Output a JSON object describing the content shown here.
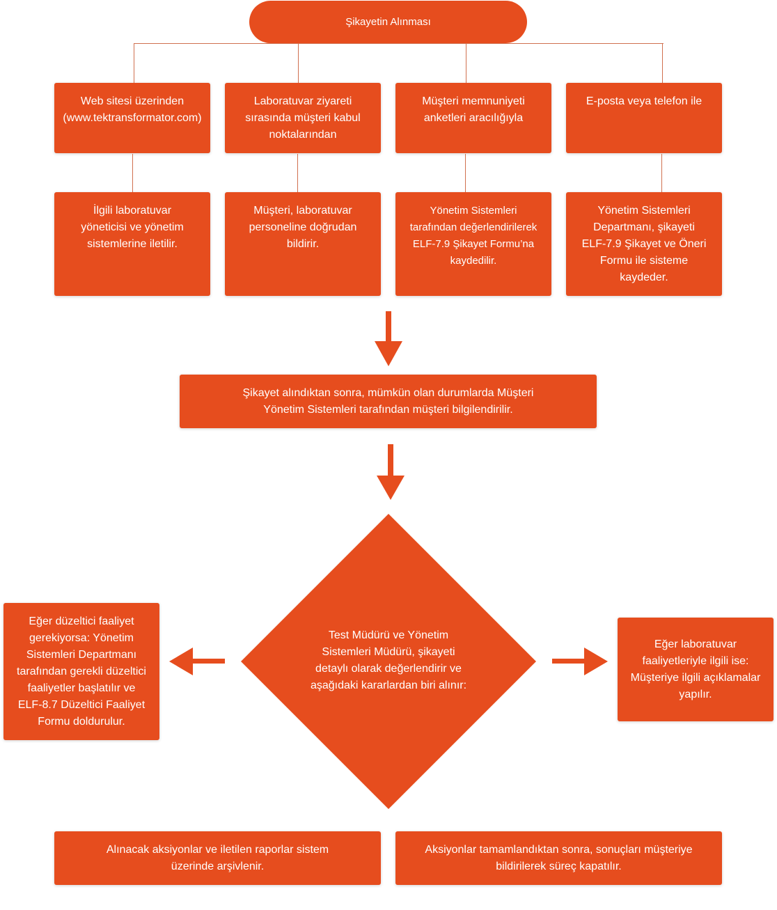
{
  "colors": {
    "accent": "#E64D1E",
    "connector": "#D0704F",
    "text": "#FFFFFF",
    "background": "#FFFFFF"
  },
  "start": {
    "label": "Şikayetin Alınması"
  },
  "channels": [
    {
      "source": "Web sitesi üzerinden\n(www.tektransformator.com)",
      "action": "İlgili laboratuvar\nyöneticisi ve yönetim\nsistemlerine iletilir."
    },
    {
      "source": "Laboratuvar ziyareti\nsırasında müşteri kabul\nnoktalarından",
      "action": "Müşteri, laboratuvar\npersoneline doğrudan\nbildirir."
    },
    {
      "source": "Müşteri memnuniyeti\nanketleri aracılığıyla",
      "action": "Yönetim Sistemleri\ntarafından değerlendirilerek\nELF-7.9 Şikayet Formu’na\nkaydedilir."
    },
    {
      "source": "E-posta veya telefon ile",
      "action": "Yönetim Sistemleri\nDepartmanı, şikayeti\nELF-7.9 Şikayet ve Öneri\nFormu ile sisteme\nkaydeder."
    }
  ],
  "notification": {
    "label": "Şikayet alındıktan sonra, mümkün olan durumlarda Müşteri\nYönetim Sistemleri tarafından müşteri bilgilendirilir."
  },
  "decision": {
    "label": "Test Müdürü ve Yönetim\nSistemleri Müdürü, şikayeti\ndetaylı olarak değerlendirir ve\naşağıdaki kararlardan biri alınır:"
  },
  "branches": {
    "corrective_action": "Eğer düzeltici faaliyet\ngerekiyorsa: Yönetim\nSistemleri Departmanı\ntarafından gerekli düzeltici\nfaaliyetler başlatılır ve\nELF-8.7 Düzeltici Faaliyet\nFormu doldurulur.",
    "laboratory_related": "Eğer laboratuvar\nfaaliyetleriyle ilgili ise:\nMüşteriye ilgili açıklamalar\nyapılır."
  },
  "closing": [
    {
      "label": "Alınacak aksiyonlar ve iletilen raporlar sistem\nüzerinde arşivlenir."
    },
    {
      "label": "Aksiyonlar tamamlandıktan sonra, sonuçları müşteriye\nbildirilerek süreç kapatılır."
    }
  ]
}
